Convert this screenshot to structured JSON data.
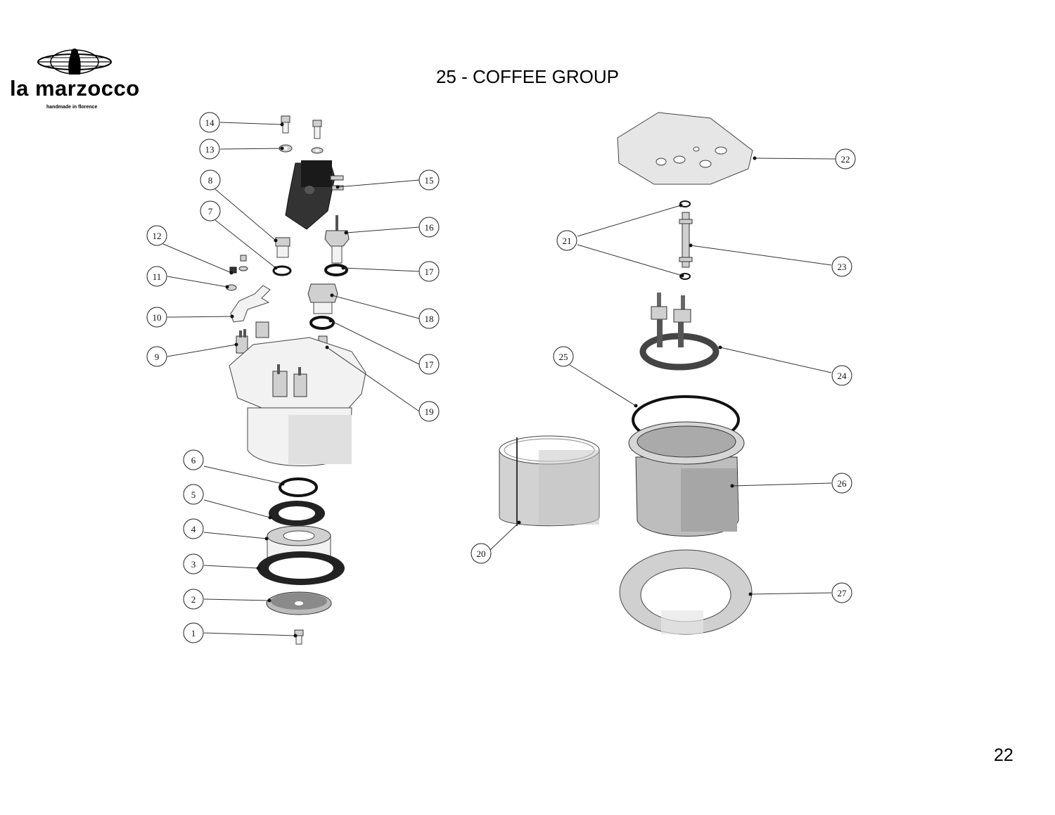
{
  "brand": {
    "name": "la marzocco",
    "tagline": "handmade in florence"
  },
  "page": {
    "title": "25 - COFFEE GROUP",
    "number": "22"
  },
  "callouts": {
    "c1": "1",
    "c2": "2",
    "c3": "3",
    "c4": "4",
    "c5": "5",
    "c6": "6",
    "c7": "7",
    "c8": "8",
    "c9": "9",
    "c10": "10",
    "c11": "11",
    "c12": "12",
    "c13": "13",
    "c14": "14",
    "c15": "15",
    "c16": "16",
    "c17a": "17",
    "c17b": "17",
    "c18": "18",
    "c19": "19",
    "c20": "20",
    "c21": "21",
    "c22": "22",
    "c23": "23",
    "c24": "24",
    "c25": "25",
    "c26": "26",
    "c27": "27"
  },
  "colors": {
    "ink": "#000000",
    "part_dark": "#333333",
    "part_mid": "#d0d0d0",
    "part_light": "#f2f2f2"
  }
}
